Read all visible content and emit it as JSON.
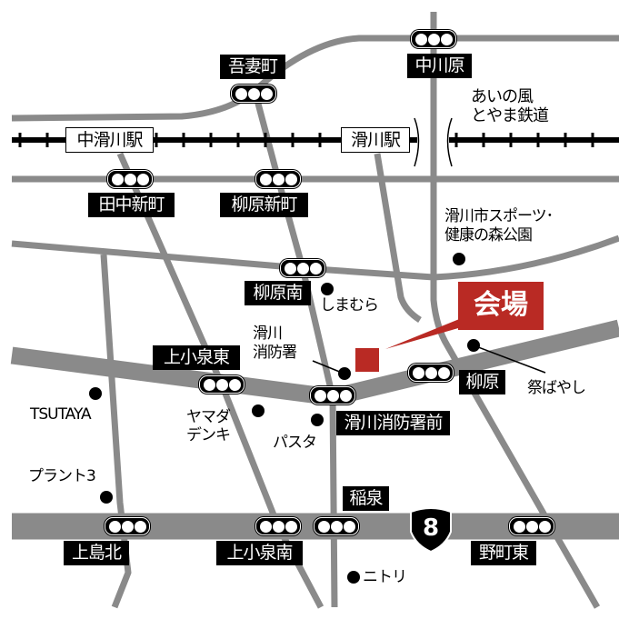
{
  "venue_label": "会場",
  "route_number": "8",
  "railway": {
    "name_line1": "あいの風",
    "name_line2": "とやま鉄道",
    "stations": [
      "中滑川駅",
      "滑川駅"
    ]
  },
  "intersections": [
    "吾妻町",
    "中川原",
    "田中新町",
    "柳原新町",
    "柳原南",
    "上小泉東",
    "滑川消防署前",
    "柳原",
    "稲泉",
    "上島北",
    "上小泉南",
    "野町東"
  ],
  "landmarks": {
    "sports_park_line1": "滑川市スポーツ･",
    "sports_park_line2": "健康の森公園",
    "shimamura": "しまむら",
    "fire_station_line1": "滑川",
    "fire_station_line2": "消防署",
    "matsuribayashi": "祭ばやし",
    "tsutaya": "TSUTAYA",
    "yamada_line1": "ヤマダ",
    "yamada_line2": "デンキ",
    "pasta": "パスタ",
    "plant3": "プラント3",
    "nitori": "ニトリ"
  },
  "colors": {
    "road": "#8a8a8a",
    "venue": "#b92a24",
    "rail": "#000000"
  }
}
